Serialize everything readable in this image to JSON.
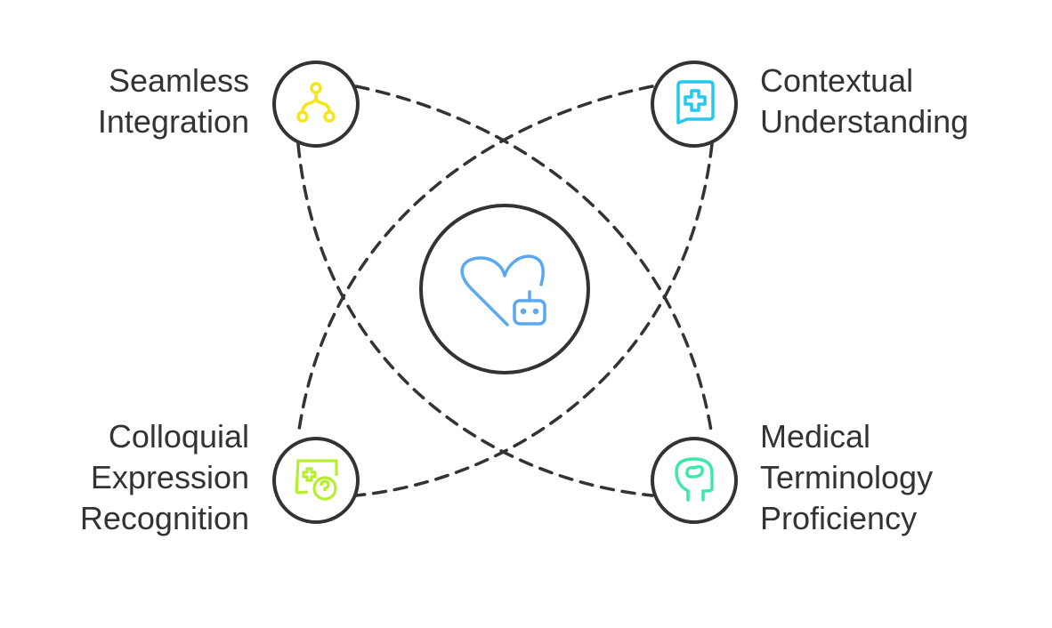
{
  "center": {
    "icon": "heart-robot-icon",
    "color": "#5aa8f0"
  },
  "items": [
    {
      "id": "seamless-integration",
      "lines": [
        "Seamless",
        "Integration"
      ],
      "icon": "network-nodes-icon",
      "color": "#f5e61a"
    },
    {
      "id": "contextual-understanding",
      "lines": [
        "Contextual",
        "Understanding"
      ],
      "icon": "medical-chat-icon",
      "color": "#22c8f0"
    },
    {
      "id": "colloquial-expression-recognition",
      "lines": [
        "Colloquial",
        "Expression",
        "Recognition"
      ],
      "icon": "medical-question-chat-icon",
      "color": "#b5ee2c"
    },
    {
      "id": "medical-terminology-proficiency",
      "lines": [
        "Medical",
        "Terminology",
        "Proficiency"
      ],
      "icon": "brain-head-icon",
      "color": "#3ee8a6"
    }
  ]
}
